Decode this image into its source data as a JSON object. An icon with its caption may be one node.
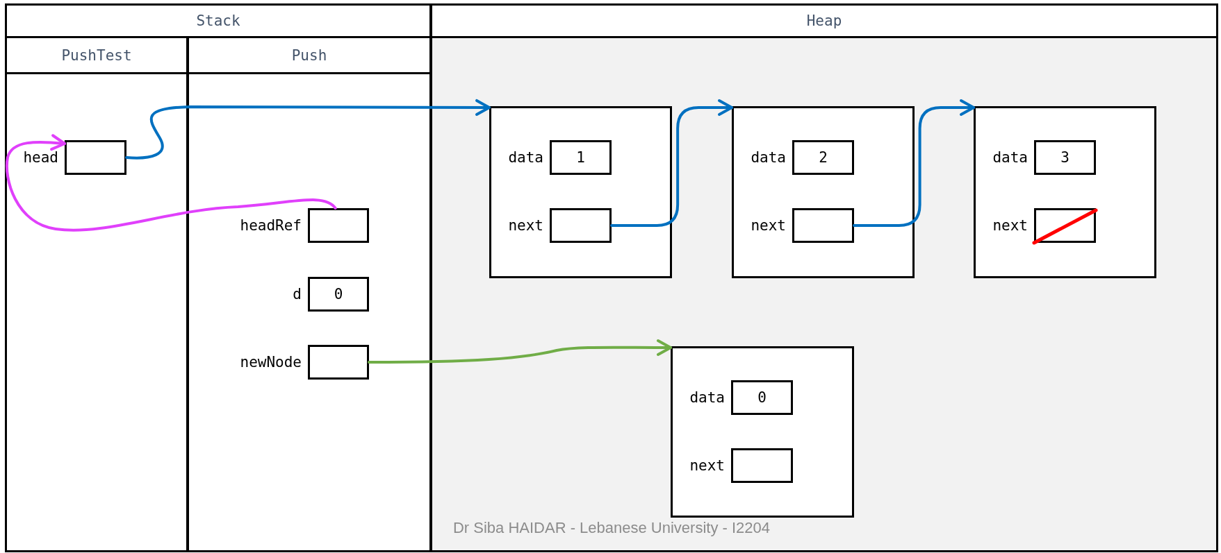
{
  "diagram": {
    "nodes": [
      {
        "text": [
          "Stack"
        ]
      },
      {
        "text": [
          "PushTest"
        ],
        "in": 0
      },
      {
        "text": [
          "Push"
        ],
        "in": 0
      },
      {
        "text": [
          "head"
        ],
        "in": 1
      },
      {
        "text": [
          "headRef"
        ],
        "in": 2
      },
      {
        "text": [
          "d",
          "0"
        ],
        "in": 2
      },
      {
        "text": [
          "newNode"
        ],
        "in": 2
      },
      {
        "text": [
          "Heap"
        ]
      },
      {
        "text": [],
        "shape": "box",
        "in": 7
      },
      {
        "text": [
          "data",
          "1"
        ],
        "in": 8
      },
      {
        "text": [
          "next"
        ],
        "in": 8
      },
      {
        "text": [],
        "shape": "box",
        "in": 7
      },
      {
        "text": [
          "data",
          "2"
        ],
        "in": 11
      },
      {
        "text": [
          "next"
        ],
        "in": 11
      },
      {
        "text": [],
        "shape": "box",
        "in": 7
      },
      {
        "text": [
          "data",
          "3"
        ],
        "in": 14
      },
      {
        "text": [
          "next"
        ],
        "in": 14
      },
      {
        "text": [],
        "shape": "box",
        "in": 7
      },
      {
        "text": [
          "data",
          "0"
        ],
        "in": 17
      },
      {
        "text": [
          "next"
        ],
        "in": 17
      }
    ],
    "edges": [
      {
        "from": 3,
        "to": 8,
        "arrow": "to"
      },
      {
        "from": 10,
        "to": 11,
        "arrow": "to"
      },
      {
        "from": 13,
        "to": 14,
        "arrow": "to"
      },
      {
        "from": 4,
        "to": 3,
        "arrow": "to",
        "color": "#e040fb"
      },
      {
        "from": 6,
        "to": 17,
        "arrow": "to",
        "color": "#70ad47"
      }
    ],
    "labels": [
      "Dr Siba HAIDAR - Lebanese University - I2204"
    ]
  }
}
